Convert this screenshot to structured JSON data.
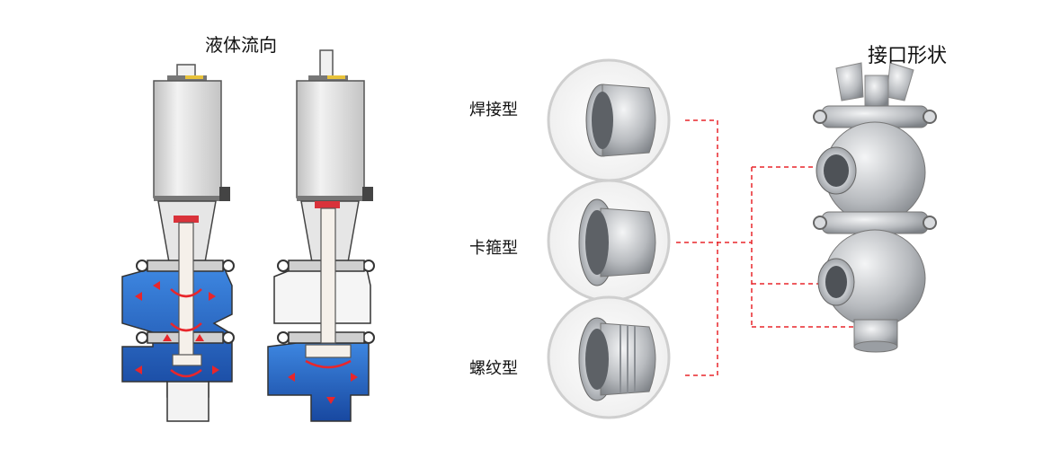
{
  "titles": {
    "flow_direction": "液体流向",
    "connection_shape": "接口形状"
  },
  "connection_types": [
    {
      "label": "焊接型"
    },
    {
      "label": "卡箍型"
    },
    {
      "label": "螺纹型"
    }
  ],
  "colors": {
    "liquid_blue": "#1f5fc0",
    "flow_arrow_red": "#e8262b",
    "dashed_line_red": "#e8262b",
    "actuator_grey": "#dcdcdc",
    "steel": "#b9bcc0"
  },
  "icons": [
    "flow-arrow-icon"
  ]
}
